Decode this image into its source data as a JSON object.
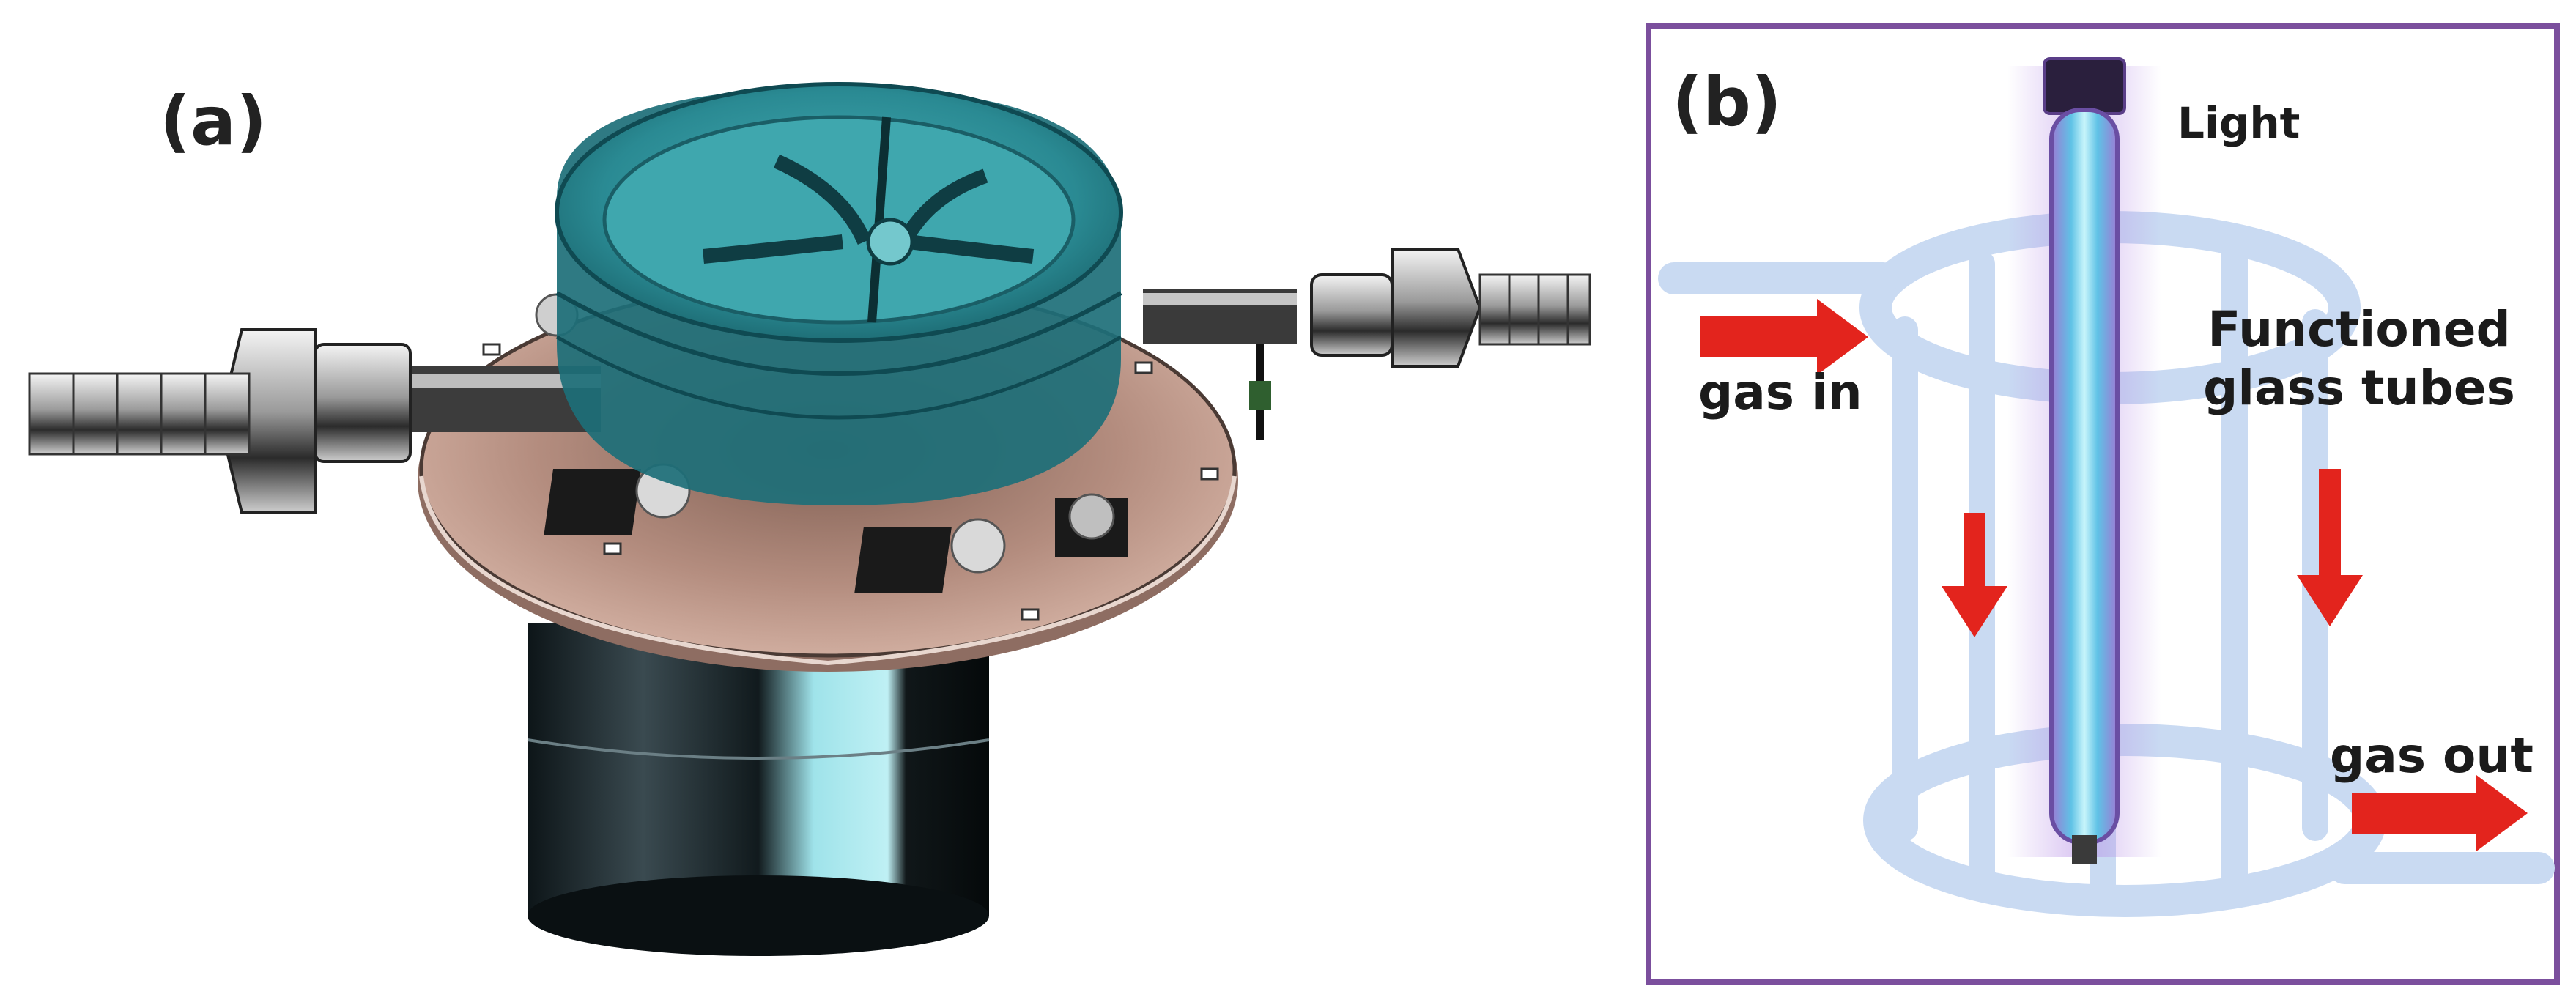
{
  "panels": {
    "a": {
      "label": "(a)"
    },
    "b": {
      "label": "(b)",
      "annotations": {
        "light": "Light",
        "functioned_line1": "Functioned",
        "functioned_line2": "glass tubes",
        "gas_in": "gas in",
        "gas_out": "gas out"
      }
    }
  },
  "colors": {
    "frame": "#7b4f9d",
    "arrow": "#e3241d",
    "glass": "#c9daf2",
    "teal": "#2c8f97",
    "copper": "#b88e7d"
  }
}
